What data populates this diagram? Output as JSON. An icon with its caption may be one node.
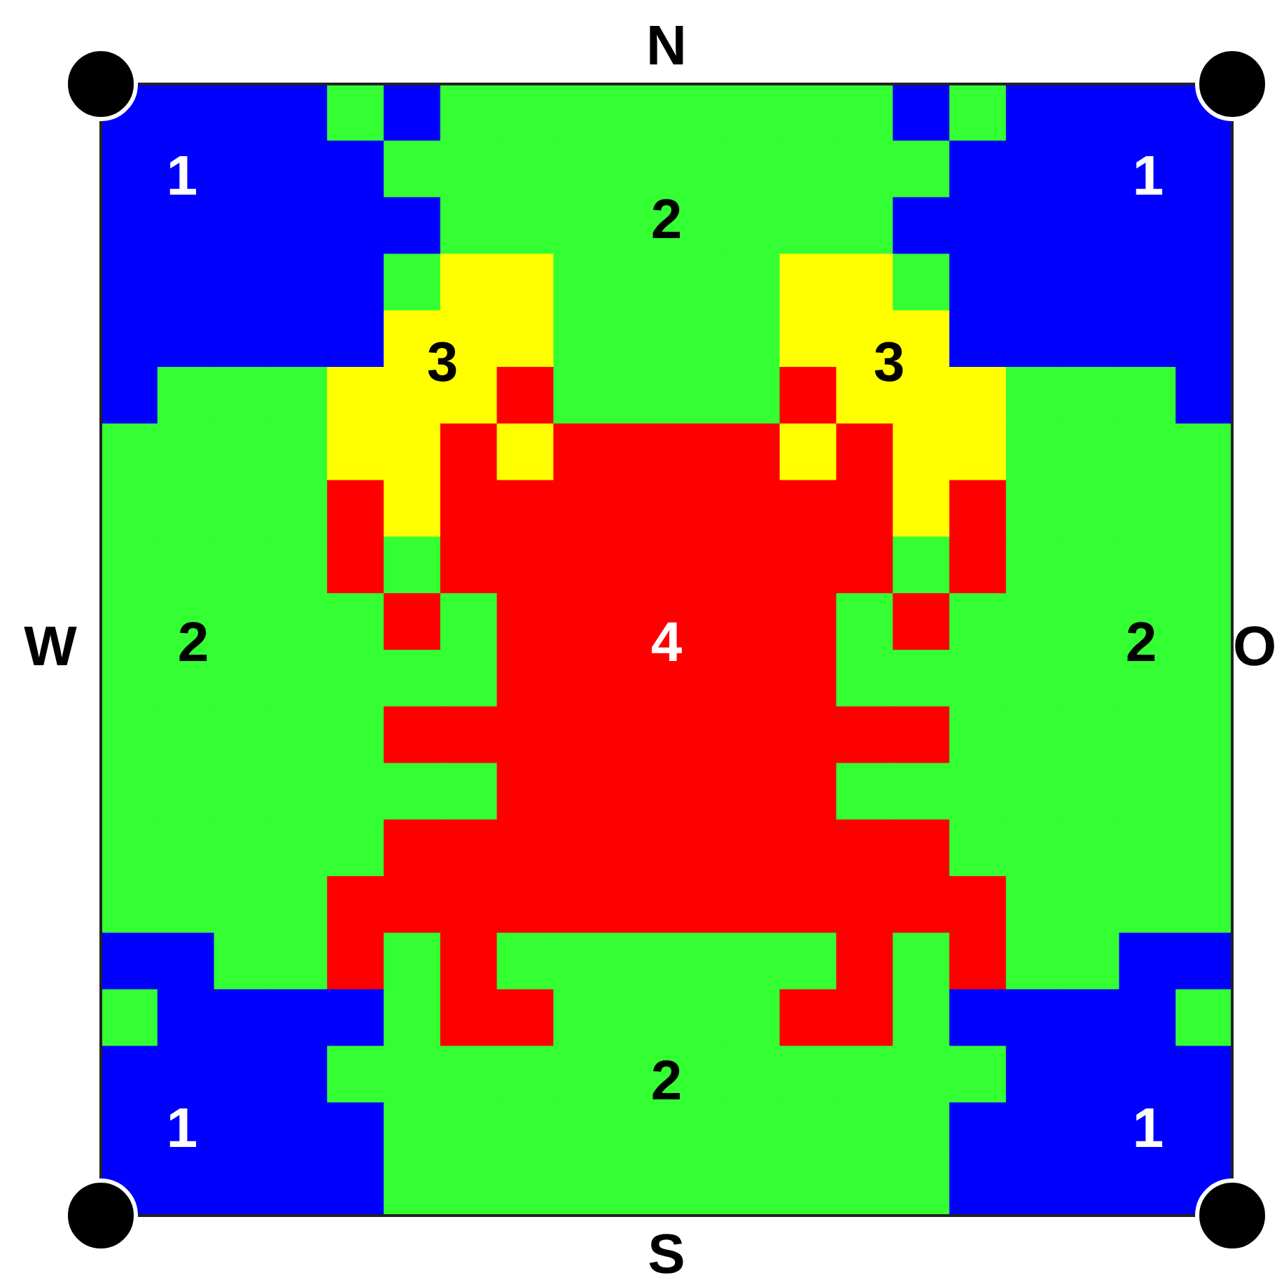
{
  "diagram": {
    "labels": [
      "N",
      "1",
      "1",
      "2",
      "3",
      "3",
      "W",
      "2",
      "4",
      "2",
      "O",
      "2",
      "1",
      "1",
      "S"
    ]
  }
}
